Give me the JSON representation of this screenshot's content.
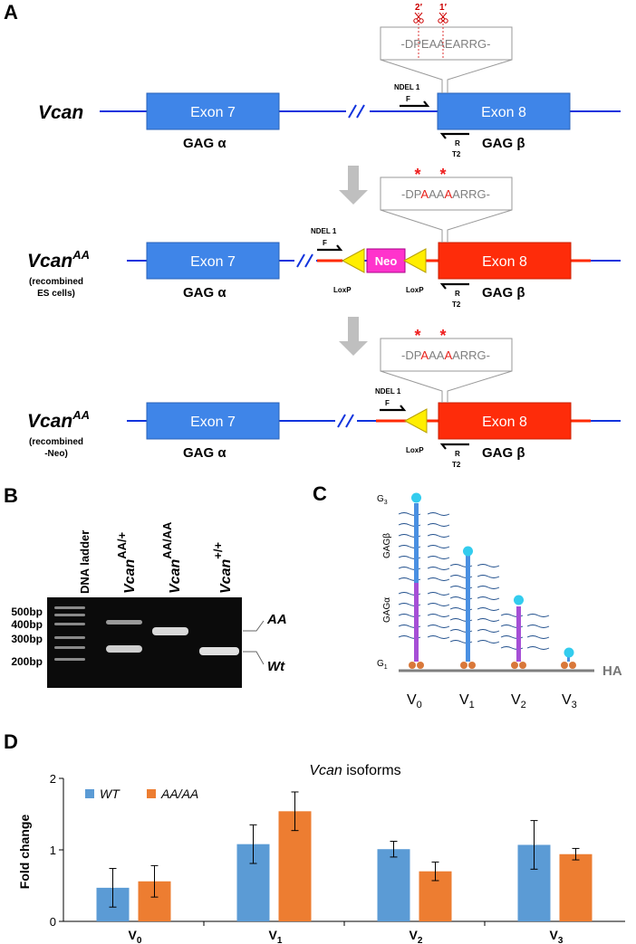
{
  "panels": {
    "a": "A",
    "b": "B",
    "c": "C",
    "d": "D"
  },
  "panel_a": {
    "exon7": "Exon 7",
    "exon8": "Exon 8",
    "gag_alpha": "GAG α",
    "gag_beta": "GAG β",
    "neo": "Neo",
    "loxp": "LoxP",
    "primer_f": "F",
    "primer_r": "R",
    "ndel1": "NDEL 1",
    "t2": "T2",
    "cut1": "1′",
    "cut2": "2′",
    "asterisk": "*",
    "seq_wt": "-DPEAAEARRG-",
    "seq_mut_parts": [
      "-DP",
      "A",
      "AA",
      "A",
      "ARRG-"
    ],
    "allele_wt": "Vcan",
    "allele_mut_base": "Vcan",
    "allele_mut_sup": "AA",
    "note_es_1": "(recombined",
    "note_es_2": "ES cells)",
    "note_neo_1": "(recombined",
    "note_neo_2": "-Neo)",
    "colors": {
      "exon_wt": "#3f85e8",
      "exon_mut": "#fe2c0a",
      "line_blue": "#1133dd",
      "line_red": "#ff2a00",
      "neo": "#ff33cc",
      "loxp": "#ffee00",
      "star": "#ee1c1c"
    }
  },
  "panel_b": {
    "ladder_label": "DNA ladder",
    "lanes": [
      {
        "name": "Vcan",
        "sup": "AA/+"
      },
      {
        "name": "Vcan",
        "sup": "AA/AA"
      },
      {
        "name": "Vcan",
        "sup": "+/+"
      }
    ],
    "bp_labels": [
      "500bp",
      "400bp",
      "300bp",
      "200bp"
    ],
    "band_aa": "AA",
    "band_wt": "Wt"
  },
  "panel_c": {
    "g3": "G",
    "g3_sub": "3",
    "g1": "G",
    "g1_sub": "1",
    "gag_beta": "GAGβ",
    "gag_alpha": "GAGα",
    "ha": "HA",
    "isoforms": [
      {
        "base": "V",
        "sub": "0"
      },
      {
        "base": "V",
        "sub": "1"
      },
      {
        "base": "V",
        "sub": "2"
      },
      {
        "base": "V",
        "sub": "3"
      }
    ],
    "colors": {
      "core_blue": "#4a90e2",
      "core_purple": "#a64fd6",
      "g3": "#33ccee",
      "g1": "#d9783a",
      "chains": "#1f4e8c",
      "ha": "#7f7f7f"
    }
  },
  "chart_data": {
    "type": "bar",
    "title_italic": "Vcan",
    "title_rest": " isoforms",
    "ylabel": "Fold change",
    "xlabel": "",
    "ylim": [
      0,
      2
    ],
    "yticks": [
      "0",
      "1",
      "2"
    ],
    "categories": [
      {
        "base": "V",
        "sub": "0"
      },
      {
        "base": "V",
        "sub": "1"
      },
      {
        "base": "V",
        "sub": "2"
      },
      {
        "base": "V",
        "sub": "3"
      }
    ],
    "series": [
      {
        "name": "WT",
        "color": "#5b9bd5",
        "values": [
          0.47,
          1.08,
          1.01,
          1.07
        ],
        "errors": [
          0.27,
          0.27,
          0.11,
          0.34
        ]
      },
      {
        "name": "AA/AA",
        "color": "#ed7d31",
        "values": [
          0.56,
          1.54,
          0.7,
          0.94
        ],
        "errors": [
          0.22,
          0.27,
          0.13,
          0.08
        ]
      }
    ],
    "grid": false,
    "legend_position": "top-left"
  }
}
